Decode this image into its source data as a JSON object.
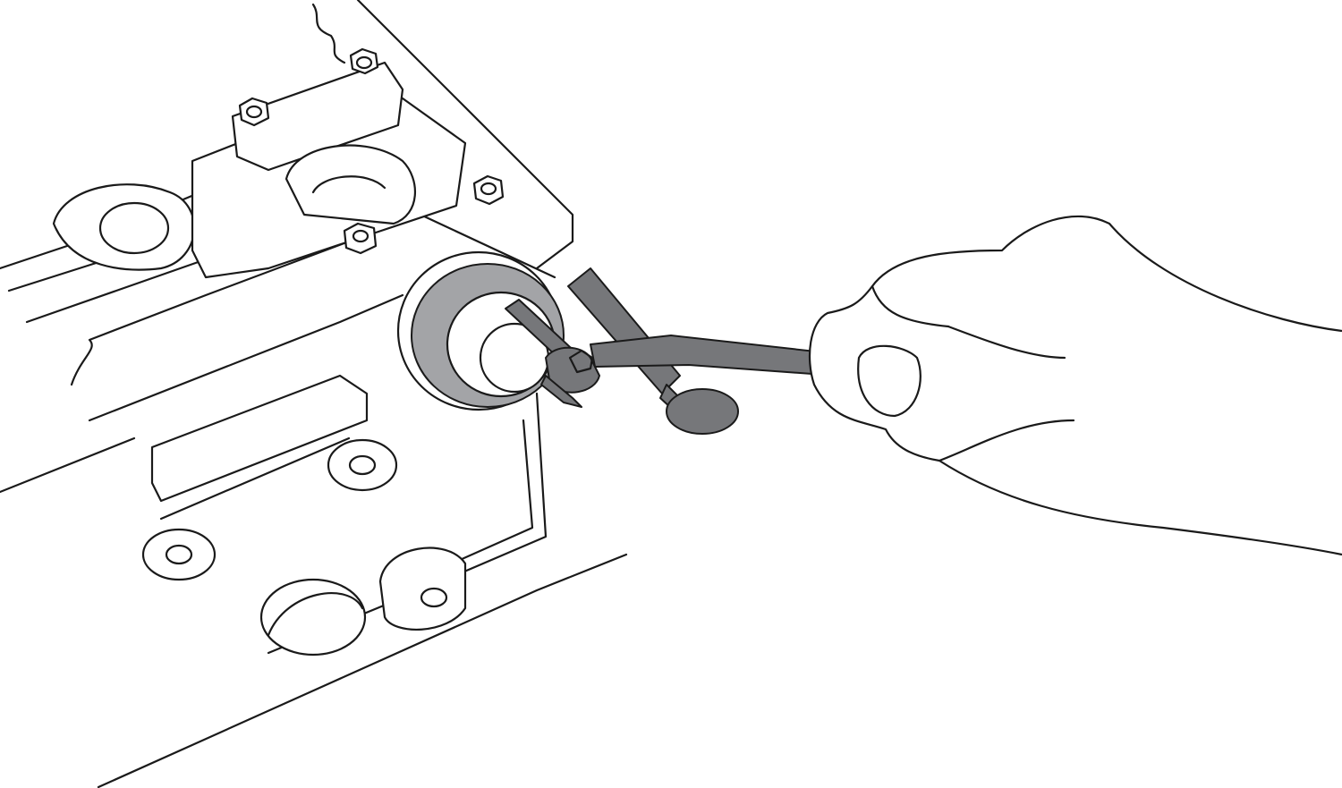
{
  "illustration": {
    "subject": [
      "engine-block",
      "camshaft-seal",
      "seal-puller-tool",
      "hand"
    ],
    "colors": {
      "background": "#ffffff",
      "outline": "#1a1a1a",
      "tool": "#76777a",
      "seal": "#a3a4a7"
    }
  }
}
